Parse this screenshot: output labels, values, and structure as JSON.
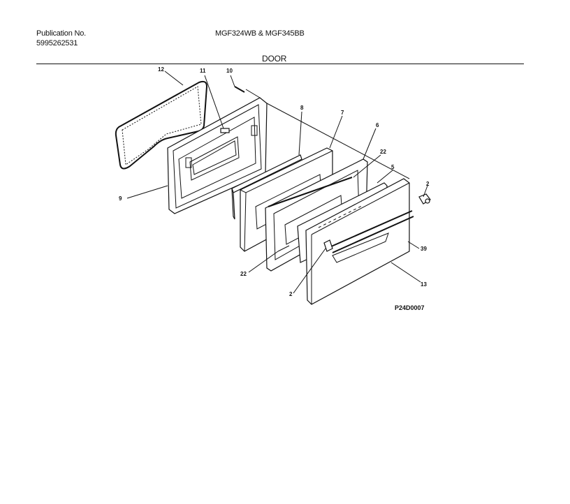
{
  "header": {
    "publication_label": "Publication No.",
    "publication_number": "5995262531",
    "models": "MGF324WB & MGF345BB",
    "section_title": "DOOR"
  },
  "callouts": {
    "c12": "12",
    "c11": "11",
    "c10": "10",
    "c8": "8",
    "c7": "7",
    "c6": "6",
    "c22a": "22",
    "c5": "5",
    "c2a": "2",
    "c9": "9",
    "c22b": "22",
    "c39": "39",
    "c2b": "2",
    "c13": "13"
  },
  "reference_code": "P24D0007"
}
